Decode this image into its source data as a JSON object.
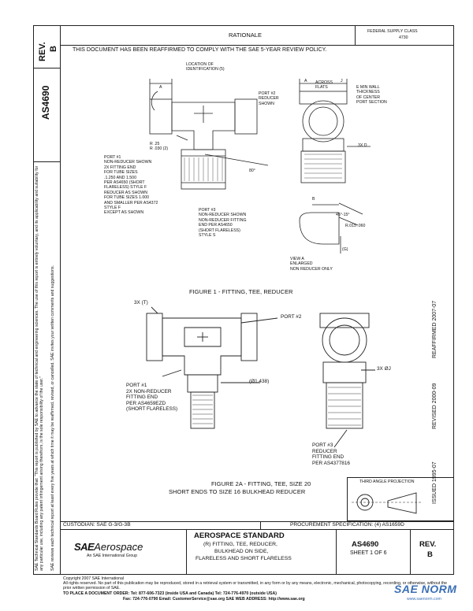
{
  "header": {
    "rev_label": "REV.",
    "rev_value": "B",
    "doc_number": "AS4690",
    "rationale_title": "RATIONALE",
    "rationale_text": "THIS DOCUMENT HAS BEEN REAFFIRMED TO COMPLY WITH THE SAE 5-YEAR REVIEW POLICY.",
    "fed_supply_class": "FEDERAL SUPPLY CLASS",
    "fsc_value": "4730"
  },
  "side_notes": {
    "left_1": "SAE Technical Standards Board Rules provide that: \"This report is published by SAE to advance the state of technical and engineering sciences. The use of this report is entirely voluntary, and its applicability and suitability for any particular use, including any patent infringement arising therefrom, is the sole responsibility of the user.\"",
    "left_2": "SAE reviews each technical report at least every five years at which time it may be reaffirmed, revised, or cancelled. SAE invites your written comments and suggestions.",
    "issued": "ISSUED 1995-07",
    "revised": "REVISED 2000-09",
    "reaffirmed": "REAFFIRMED 2007-07"
  },
  "figure1": {
    "caption": "FIGURE 1 - FITTING, TEE, REDUCER",
    "labels": {
      "location_id": "LOCATION OF\nIDENTIFICATION (5)",
      "dim_a": "A",
      "across_flats": "ACROSS\nFLATS",
      "dim_j": "J",
      "port_reducer_shown": "PORT #2\nREDUCER\nSHOWN",
      "e_min_wall": "E MIN WALL\nTHICKNESS\nOF CENTER\nPORT SECTION",
      "r_25": "R .25\nR .030 (2)",
      "three_x_d": "3X D",
      "port1": "PORT #1\nNON-REDUCER SHOWN\n2X FITTING END\nFOR TUBE SIZES\n.1.250 AND 1.500\nPER AS4650 (SHORT\nFLARELESS) STYLE F\nREDUCER AS SHOWN\nFOR TUBE SIZES 1.000\nAND SMALLER PER AS4372\nSTYLE F\nEXCEPT AS SHOWN",
      "angle_80": "80°",
      "port3": "PORT #3\nNON-REDUCER SHOWN\nNON-REDUCER FITTING\nEND PER AS4650\n(SHORT FLARELESS)\nSTYLE S",
      "dim_b": "B",
      "deg_45": "45°-15°",
      "r_015": "R.015 .060",
      "view_a": "VIEW A\nENLARGED\nNON REDUCER ONLY",
      "dim_g": "(G)"
    }
  },
  "figure2": {
    "caption_line1": "FIGURE 2A - FITTING, TEE, SIZE 20",
    "caption_line2": "SHORT ENDS TO SIZE 16 BULKHEAD REDUCER",
    "labels": {
      "three_x_t": "3X (T)",
      "port2": "PORT #2",
      "dia": "(Ø1.438)",
      "three_x_d": "3X ØJ",
      "port1": "PORT #1\n2X NON-REDUCER\nFITTING END\nPER AS4659EZD\n(SHORT FLARELESS)",
      "port3": "PORT #3\nREDUCER\nFITTING END\nPER AS4377816"
    }
  },
  "third_angle": "THIRD ANGLE PROJECTION",
  "title_block": {
    "custodian": "CUSTODIAN: SAE G-3/G-3B",
    "procurement": "PROCUREMENT SPECIFICATION: (4) AS1659D",
    "logo_sae": "SAE",
    "logo_aerospace": "Aerospace",
    "logo_tagline": "An SAE International Group",
    "standard_title": "AEROSPACE STANDARD",
    "desc_1": "(R) FITTING, TEE, REDUCER,",
    "desc_2": "BULKHEAD ON SIDE,",
    "desc_3": "FLARELESS AND SHORT FLARELESS",
    "doc_number": "AS4690",
    "sheet": "SHEET 1 OF 6",
    "rev_label": "REV.",
    "rev_value": "B"
  },
  "footer": {
    "copyright": "Copyright 2007 SAE International",
    "rights": "All rights reserved. No part of this publication may be reproduced, stored in a retrieval system or transmitted, in any form or by any means, electronic, mechanical, photocopying, recording, or otherwise, without the prior written permission of SAE.",
    "order": "TO PLACE A DOCUMENT ORDER:     Tel: 877-606-7323 (inside USA and Canada)     Tel: 724-776-4970 (outside USA)",
    "fax": "Fax: 724-776-0790     Email: CustomerService@sae.org     SAE WEB ADDRESS: http://www.sae.org",
    "watermark": "SAE NORM",
    "watermark_sub": "www.saenorm.com"
  }
}
